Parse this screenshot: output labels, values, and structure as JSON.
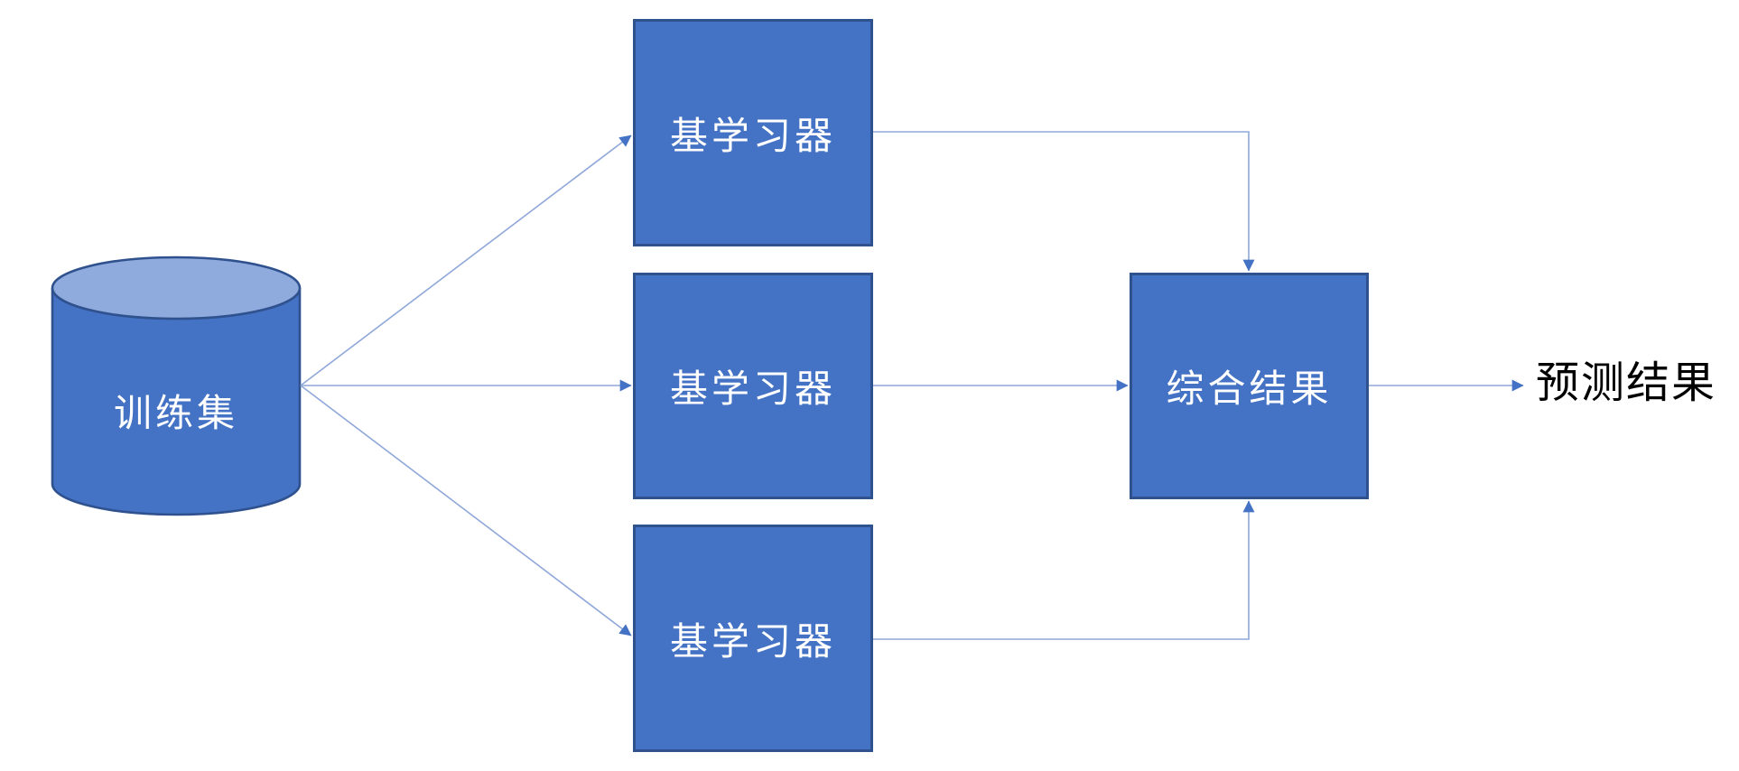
{
  "diagram": {
    "training_set": {
      "label": "训练集"
    },
    "base_learners": [
      {
        "label": "基学习器"
      },
      {
        "label": "基学习器"
      },
      {
        "label": "基学习器"
      }
    ],
    "aggregate": {
      "label": "综合结果"
    },
    "prediction": {
      "label": "预测结果"
    }
  },
  "colors": {
    "node_fill": "#4472C4",
    "node_border": "#2F528F",
    "cylinder_top_fill": "#8FAADC",
    "connector_line": "#8FA7D9",
    "arrowhead": "#4472C4",
    "node_text": "#FFFFFF",
    "label_text": "#000000",
    "background": "#FFFFFF"
  }
}
